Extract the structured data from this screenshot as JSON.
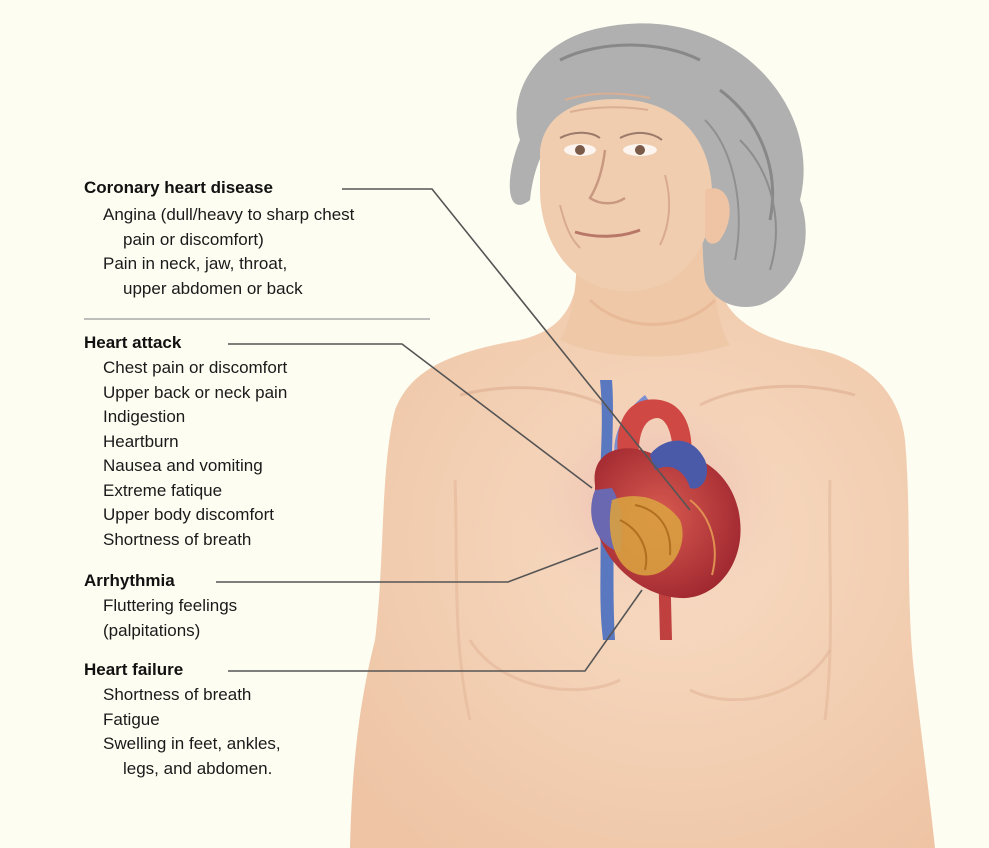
{
  "groups": [
    {
      "heading": "Coronary heart disease",
      "items": [
        {
          "line1": "Angina (dull/heavy to sharp chest",
          "line2": "pain or discomfort)"
        },
        {
          "line1": "Pain in neck, jaw, throat,",
          "line2": "upper abdomen or back"
        }
      ]
    },
    {
      "heading": "Heart attack",
      "items": [
        {
          "line1": "Chest pain or discomfort"
        },
        {
          "line1": "Upper back or neck pain"
        },
        {
          "line1": "Indigestion"
        },
        {
          "line1": "Heartburn"
        },
        {
          "line1": "Nausea and vomiting"
        },
        {
          "line1": "Extreme fatique"
        },
        {
          "line1": "Upper body discomfort"
        },
        {
          "line1": "Shortness of breath"
        }
      ]
    },
    {
      "heading": "Arrhythmia",
      "items": [
        {
          "line1": "Fluttering feelings"
        },
        {
          "line1": "(palpitations)"
        }
      ]
    },
    {
      "heading": "Heart failure",
      "items": [
        {
          "line1": "Shortness of breath"
        },
        {
          "line1": "Fatigue"
        },
        {
          "line1": "Swelling in feet, ankles,",
          "line2": "legs, and abdomen."
        }
      ]
    }
  ],
  "colors": {
    "background": "#fdfdf2",
    "skin": "#f3d3b8",
    "hair": "#a9a9a9",
    "heart_red": "#c8403f",
    "vein_blue": "#5a78c0",
    "fat": "#d9a040",
    "leader_line": "#555555"
  }
}
